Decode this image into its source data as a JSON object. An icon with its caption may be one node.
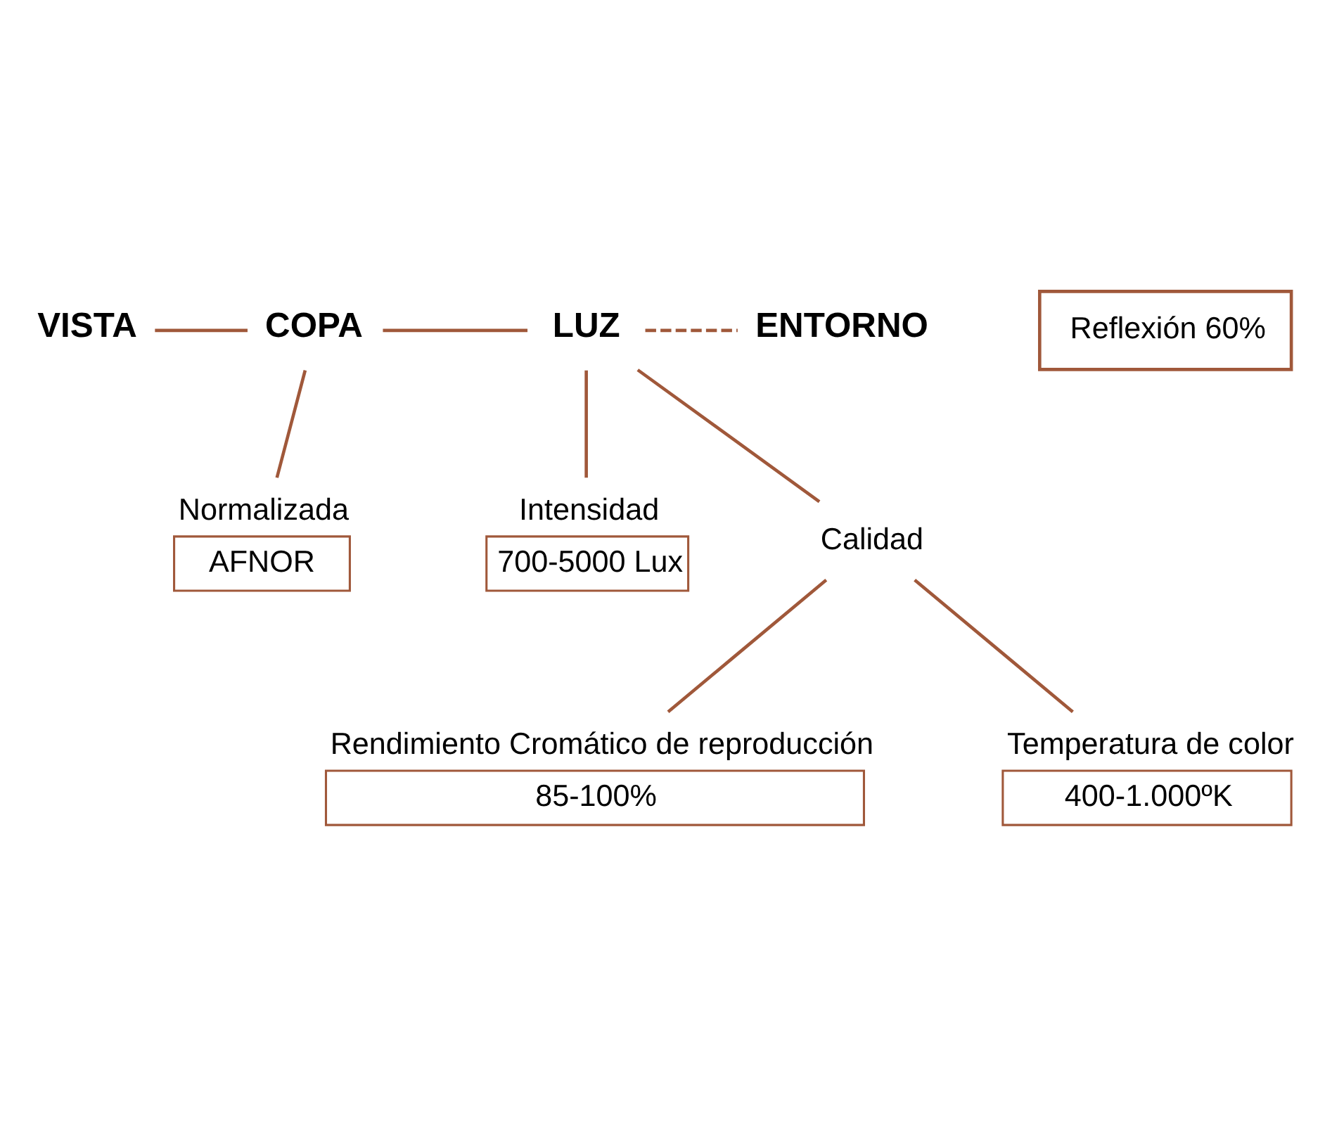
{
  "diagram": {
    "nodes": [
      {
        "text": [
          "VISTA"
        ]
      },
      {
        "text": [
          "COPA"
        ]
      },
      {
        "text": [
          "LUZ"
        ]
      },
      {
        "text": [
          "ENTORNO"
        ]
      },
      {
        "text": [
          "Normalizada",
          "AFNOR"
        ]
      },
      {
        "text": [
          "Intensidad",
          "700-5000 Lux"
        ]
      },
      {
        "text": [
          "Calidad"
        ]
      },
      {
        "text": [
          "Rendimiento Cromático de reproducción",
          "85-100%"
        ]
      },
      {
        "text": [
          "Temperatura de color",
          "400-1.000ºK"
        ]
      },
      {
        "text": [
          "Reflexión 60%"
        ]
      }
    ],
    "edges": [
      {
        "from": 0,
        "to": 1,
        "arrow": "none"
      },
      {
        "from": 1,
        "to": 2,
        "arrow": "none"
      },
      {
        "from": 2,
        "to": 3,
        "arrow": "none",
        "style": "dashed"
      },
      {
        "from": 1,
        "to": 4,
        "arrow": "none"
      },
      {
        "from": 2,
        "to": 5,
        "arrow": "none"
      },
      {
        "from": 2,
        "to": 6,
        "arrow": "none"
      },
      {
        "from": 6,
        "to": 7,
        "arrow": "none"
      },
      {
        "from": 6,
        "to": 8,
        "arrow": "none"
      }
    ]
  }
}
